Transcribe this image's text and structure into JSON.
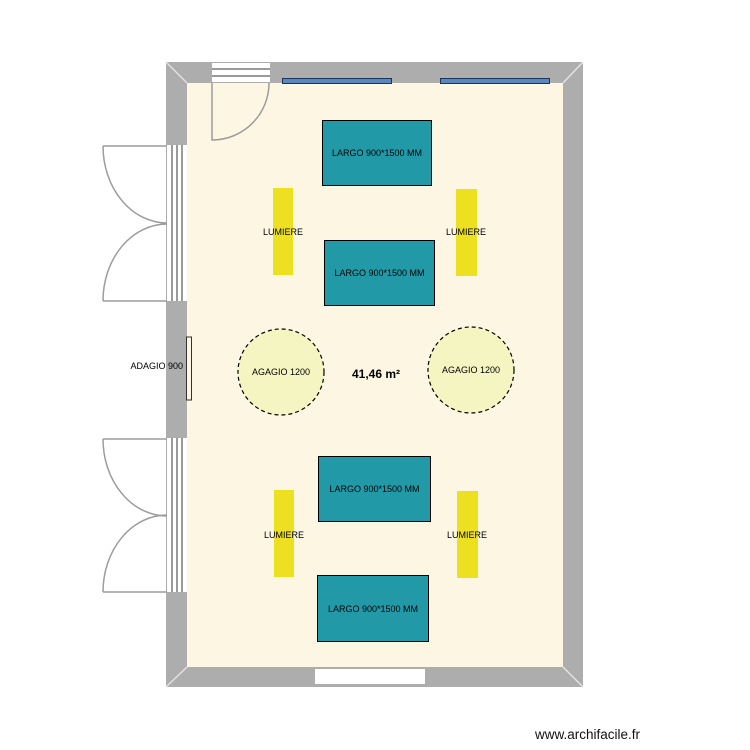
{
  "plan": {
    "area": "41,46 m²",
    "wall_radiator": {
      "label": "ADAGIO 900"
    },
    "largo_radiators": [
      {
        "label": "LARGO 900*1500 MM"
      },
      {
        "label": "LARGO 900*1500 MM"
      },
      {
        "label": "LARGO 900*1500 MM"
      },
      {
        "label": "LARGO 900*1500 MM"
      }
    ],
    "lumiere_lights": [
      {
        "label": "LUMIERE"
      },
      {
        "label": "LUMIERE"
      },
      {
        "label": "LUMIERE"
      },
      {
        "label": "LUMIERE"
      }
    ],
    "agagio_tables": [
      {
        "label": "AGAGIO 1200"
      },
      {
        "label": "AGAGIO 1200"
      }
    ],
    "colors": {
      "wall": "#ADADAD",
      "floor": "#FCF6E2",
      "radiator_teal": "#2199A7",
      "light_yellow": "#EDE021",
      "table_fill": "#F5F5C2",
      "window_fill": "#5B87BD",
      "window_border": "#17365D",
      "door_stroke": "#9C9C9C"
    }
  },
  "footer": {
    "watermark": "www.archifacile.fr"
  }
}
